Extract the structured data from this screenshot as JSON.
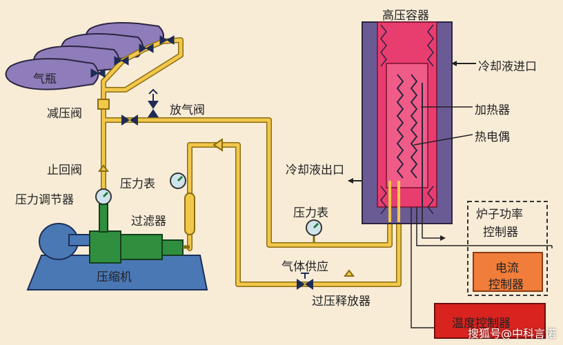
{
  "labels": {
    "vessel": "高压容器",
    "coolant_in": "冷却液进口",
    "heater": "加热器",
    "thermocouple": "热电偶",
    "coolant_out": "冷却液出口",
    "furnace_power_1": "炉子功率",
    "furnace_power_2": "控制器",
    "current_1": "电流",
    "current_2": "控制器",
    "temp_controller": "温度控制器",
    "gas_bottle": "气瓶",
    "reducing_valve": "减压阀",
    "vent_valve": "放气阀",
    "check_valve": "止回阀",
    "pressure_gauge_1": "压力表",
    "pressure_regulator": "压力调节器",
    "filter": "过滤器",
    "pressure_gauge_2": "压力表",
    "compressor": "压缩机",
    "gas_supply": "气体供应",
    "overpressure_relief": "过压释放器"
  },
  "watermark": "搜狐号@中科言诺",
  "colors": {
    "background": "#f8ecd7",
    "pipe": "#f2c84b",
    "pipe_outline": "#8a6b10",
    "vessel_outer": "#6b5b95",
    "vessel_core": "#e83d6f",
    "bottle": "#8f7dbb",
    "compressor_base": "#4a78b5",
    "compressor_body": "#2f8f3f",
    "temp_controller": "#d9231f",
    "current_controller": "#f07d3a"
  }
}
